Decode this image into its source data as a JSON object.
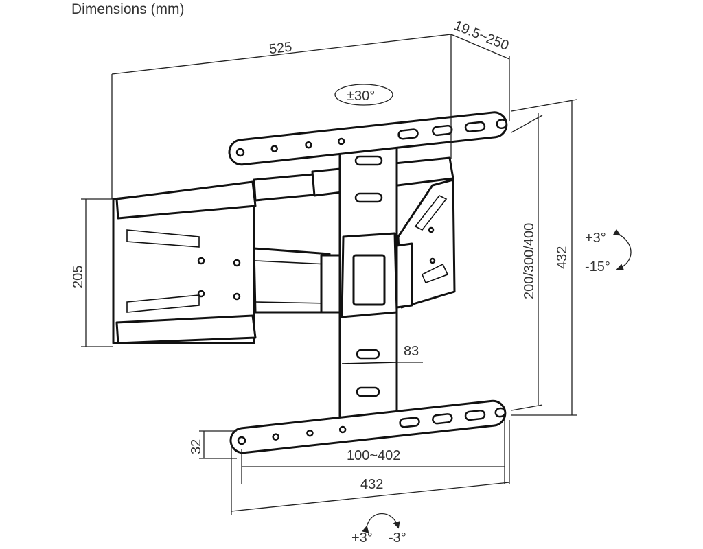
{
  "title": "Dimensions (mm)",
  "dimensions": {
    "width": "525",
    "depth": "19.5~250",
    "swivel": "±30°",
    "tilt_up": "+3°",
    "tilt_down": "-15°",
    "rail_height": "432",
    "vesa_vertical": "200/300/400",
    "wall_plate_height": "205",
    "plate_width": "83",
    "rail_thickness": "32",
    "vesa_horizontal": "100~402",
    "rail_length": "432",
    "level_plus": "+3°",
    "level_minus": "-3°"
  }
}
